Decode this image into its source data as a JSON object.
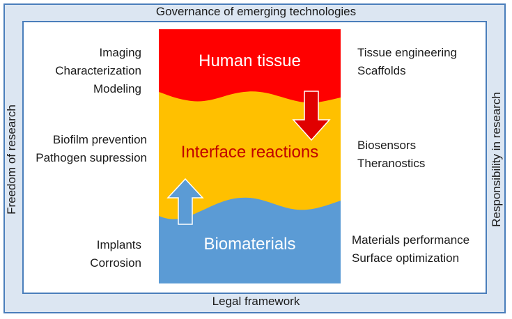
{
  "frame": {
    "top": "Governance of emerging technologies",
    "bottom": "Legal framework",
    "left": "Freedom of research",
    "right": "Responsibility in research"
  },
  "layers": {
    "top": "Human tissue",
    "middle": "Interface reactions",
    "bottom": "Biomaterials"
  },
  "left_texts": {
    "top": [
      "Imaging",
      "Characterization",
      "Modeling"
    ],
    "middle": [
      "Biofilm prevention",
      "Pathogen supression"
    ],
    "bottom": [
      "Implants",
      "Corrosion"
    ]
  },
  "right_texts": {
    "top": [
      "Tissue engineering",
      "Scaffolds"
    ],
    "middle": [
      "Biosensors",
      "Theranostics"
    ],
    "bottom": [
      "Materials performance",
      "Surface optimization"
    ]
  },
  "colors": {
    "frame_fill": "#dce6f2",
    "frame_border": "#4a7ebb",
    "human_tissue": "#ff0000",
    "interface": "#ffc000",
    "biomaterials": "#5b9bd5",
    "interface_text": "#c00000",
    "down_arrow": "#e00000",
    "up_arrow": "#5b9bd5"
  }
}
